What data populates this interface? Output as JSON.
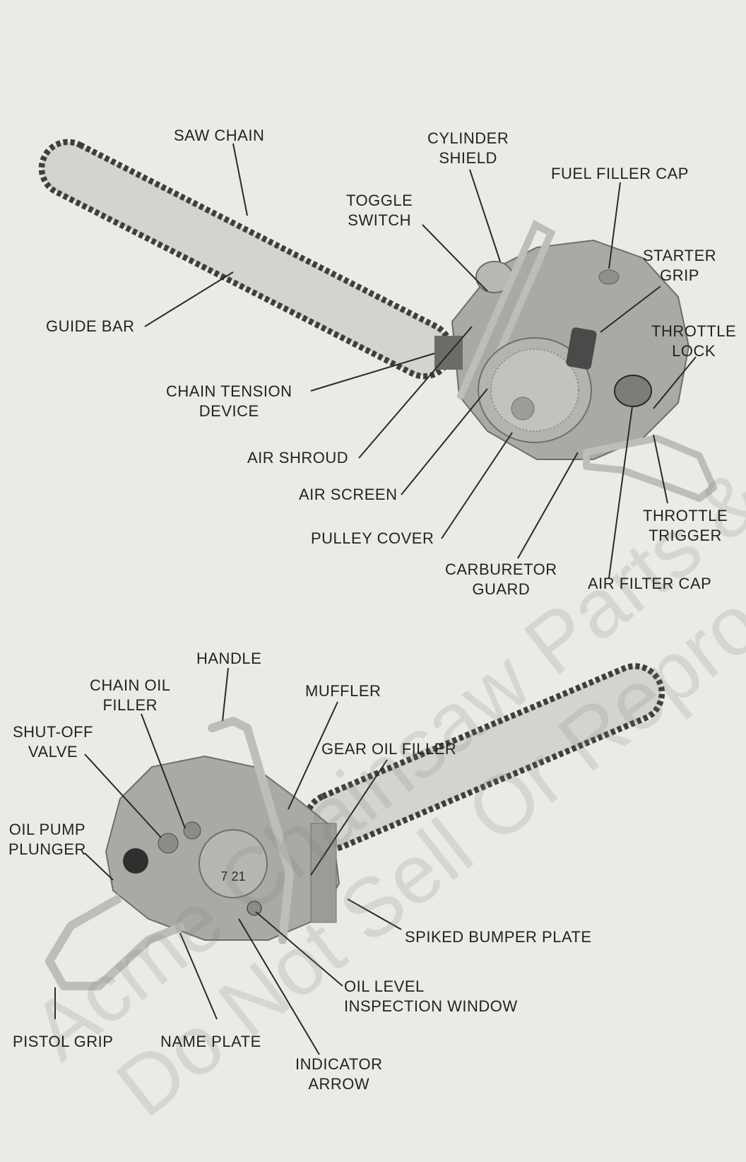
{
  "watermark": {
    "line1": "Acme Chainsaw Parts & Repair",
    "line2": "Do Not Sell Or Reproduce"
  },
  "top_figure": {
    "labels": {
      "saw_chain": "SAW CHAIN",
      "cylinder_shield": [
        "CYLINDER",
        "SHIELD"
      ],
      "fuel_filler_cap": "FUEL FILLER CAP",
      "toggle_switch": [
        "TOGGLE",
        "SWITCH"
      ],
      "starter_grip": [
        "STARTER",
        "GRIP"
      ],
      "guide_bar": "GUIDE BAR",
      "throttle_lock": [
        "THROTTLE",
        "LOCK"
      ],
      "chain_tension_device": [
        "CHAIN TENSION",
        "DEVICE"
      ],
      "air_shroud": "AIR SHROUD",
      "air_screen": "AIR SCREEN",
      "throttle_trigger": [
        "THROTTLE",
        "TRIGGER"
      ],
      "pulley_cover": "PULLEY COVER",
      "carburetor_guard": [
        "CARBURETOR",
        "GUARD"
      ],
      "air_filter_cap": "AIR FILTER CAP"
    }
  },
  "bottom_figure": {
    "labels": {
      "handle": "HANDLE",
      "chain_oil_filler": [
        "CHAIN OIL",
        "FILLER"
      ],
      "muffler": "MUFFLER",
      "shut_off_valve": [
        "SHUT-OFF",
        "VALVE"
      ],
      "gear_oil_filler": "GEAR OIL FILLER",
      "oil_pump_plunger": [
        "OIL PUMP",
        "PLUNGER"
      ],
      "spiked_bumper_plate": "SPIKED BUMPER PLATE",
      "oil_level_inspection_window": [
        "OIL LEVEL",
        "INSPECTION WINDOW"
      ],
      "pistol_grip": "PISTOL GRIP",
      "name_plate": "NAME PLATE",
      "indicator_arrow": [
        "INDICATOR",
        "ARROW"
      ]
    },
    "model_badge": "7 21"
  },
  "colors": {
    "background": "#ebeae6",
    "text": "#232323",
    "leader_line": "#2a2a2a",
    "body_metal": "#a9aaa6",
    "bar": "#cfcfcb",
    "chain": "#3e3e3e"
  }
}
